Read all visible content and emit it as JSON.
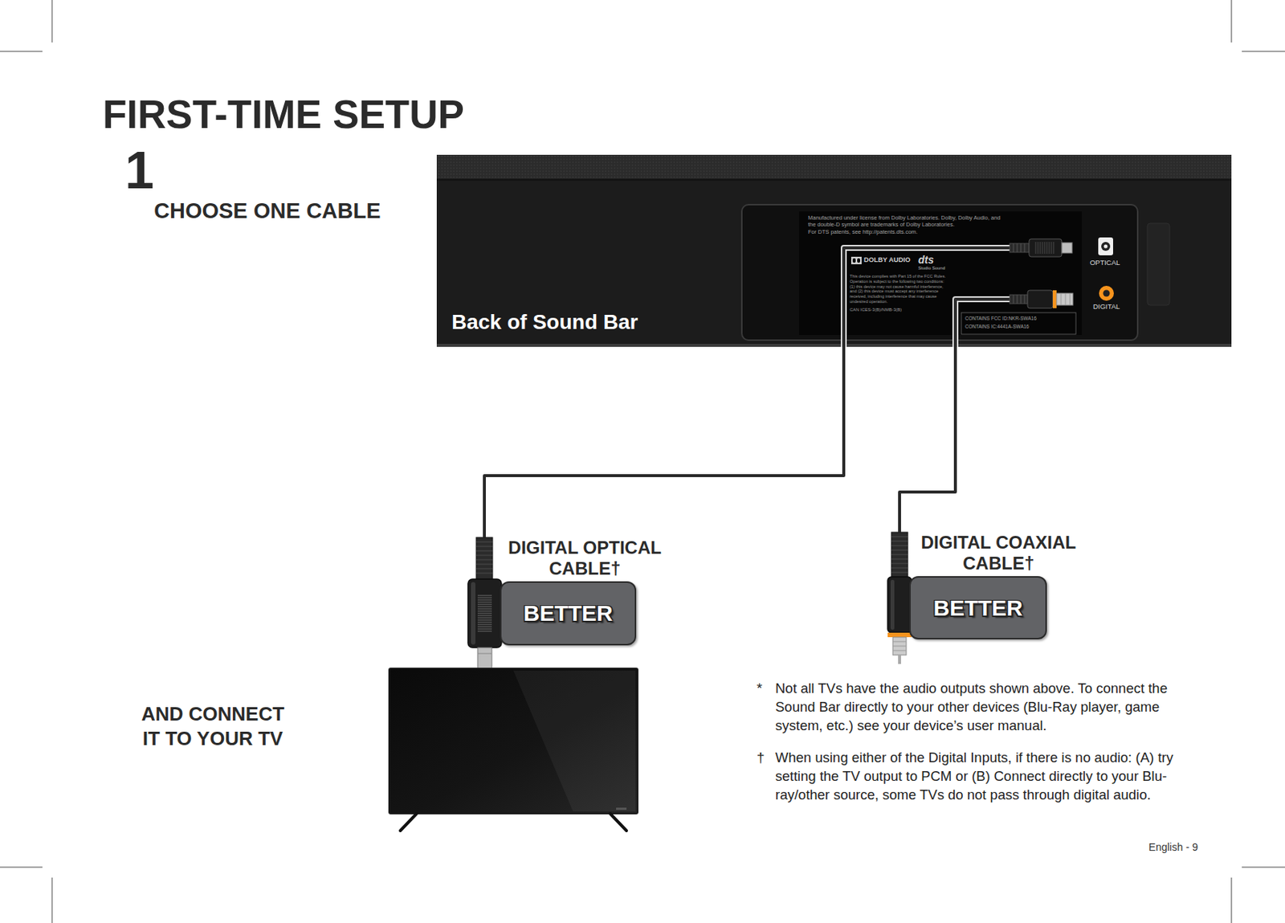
{
  "diagram": {
    "title": "FIRST-TIME SETUP",
    "nodes": [
      {
        "text": [
          "Back of Sound Bar"
        ]
      },
      {
        "text": [
          "DIGITAL OPTICAL CABLE†",
          "BETTER"
        ]
      },
      {
        "text": [
          "DIGITAL COAXIAL CABLE†",
          "BETTER"
        ]
      }
    ],
    "edges": [
      {
        "from": 0,
        "to": 1,
        "arrow": "none"
      },
      {
        "from": 0,
        "to": 2,
        "arrow": "none"
      }
    ],
    "labels": [
      "1",
      "CHOOSE ONE CABLE",
      "OPTICAL",
      "DIGITAL",
      "Manufactured under license from Dolby Laboratories. Dolby, Dolby Audio, and the double-D symbol are trademarks of Dolby Laboratories.",
      "For DTS patents, see http://patents.dts.com.",
      "DOLBY AUDIO",
      "dts",
      "Studio Sound",
      "This device complies with Part 15 of the FCC Rules. Operation is subject to the following two conditions: (1) this device may not cause harmful interference, and (2) this device must accept any interference received, including interference that may cause undesired operation.",
      "CAN ICES-3(B)/NMB-3(B)",
      "CONTAINS FCC ID:NKR-SWA16",
      "CONTAINS IC:4441A-SWA16",
      "AND CONNECT IT TO YOUR TV",
      "*",
      "Not all TVs have the audio outputs shown above. To connect the Sound Bar directly to your other devices (Blu-Ray player, game system, etc.) see your device’s user manual.",
      "†",
      "When using either of the Digital Inputs, if there is no audio: (A) try setting the TV output to PCM or (B) Connect directly to your Blu-ray/other source, some TVs do not pass through digital audio.",
      "English - 9"
    ]
  }
}
